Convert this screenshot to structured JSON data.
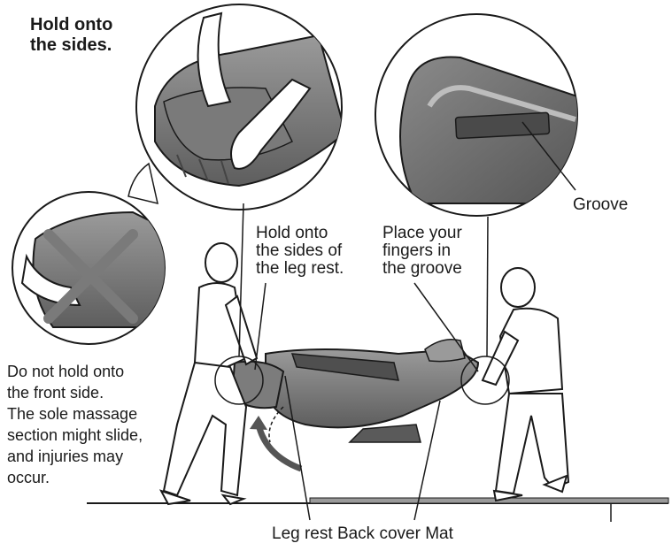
{
  "header": {
    "instruction": "Hold onto\nthe sides."
  },
  "callouts": {
    "groove": "Groove",
    "leg_rest_sides": "Hold onto\nthe sides of\nthe leg rest.",
    "fingers_in_groove": "Place your\nfingers in\nthe groove",
    "warning": "Do not hold onto\nthe front side.\nThe sole massage\nsection might slide,\nand injuries may\noccur."
  },
  "bottom_labels": [
    "Leg rest",
    "Back cover",
    "Mat"
  ],
  "colors": {
    "chair_dark": "#6e6e6e",
    "chair_mid": "#8c8c8c",
    "chair_light": "#b4b4b4",
    "outline": "#1a1a1a"
  }
}
